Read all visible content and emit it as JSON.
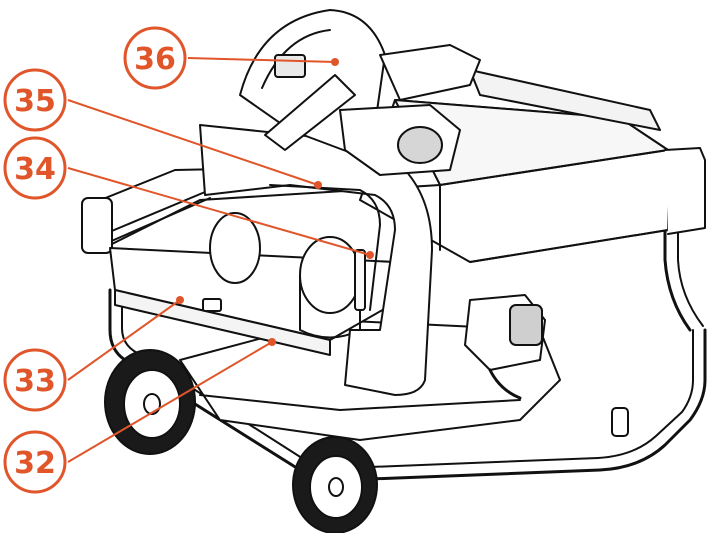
{
  "colors": {
    "callout": "#e0562a",
    "line": "#111111",
    "fill": "#ffffff"
  },
  "callouts": [
    {
      "id": "36",
      "label": "36"
    },
    {
      "id": "35",
      "label": "35"
    },
    {
      "id": "34",
      "label": "34"
    },
    {
      "id": "33",
      "label": "33"
    },
    {
      "id": "32",
      "label": "32"
    }
  ]
}
